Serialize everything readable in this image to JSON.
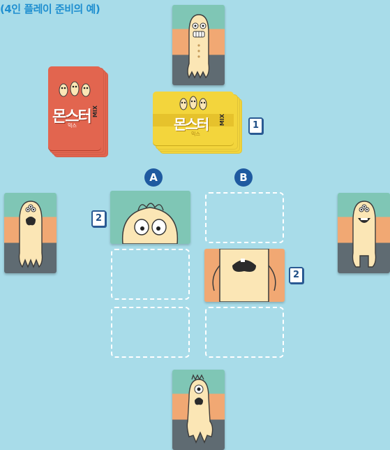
{
  "title": "(4인 플레이 준비의 예)",
  "decks": {
    "red": {
      "logo": "몬스터",
      "mix": "MIX",
      "sub": "믹스"
    },
    "yellow": {
      "logo": "몬스터",
      "mix": "MIX",
      "sub": "믹스",
      "count_tag": "1"
    }
  },
  "columns": {
    "a": "A",
    "b": "B"
  },
  "tags": {
    "a_top": "2",
    "b_mid": "2"
  },
  "colors": {
    "background": "#a8dce9",
    "card_teal": "#7fc6b5",
    "card_orange": "#f1a873",
    "card_gray": "#5f6b72",
    "deck_red": "#e2654f",
    "deck_yellow": "#f3d53c",
    "badge_blue": "#1f5aa0",
    "monster_body": "#fbe6b5"
  },
  "players": [
    "top-player-card",
    "left-player-card",
    "right-player-card",
    "bottom-player-card"
  ]
}
